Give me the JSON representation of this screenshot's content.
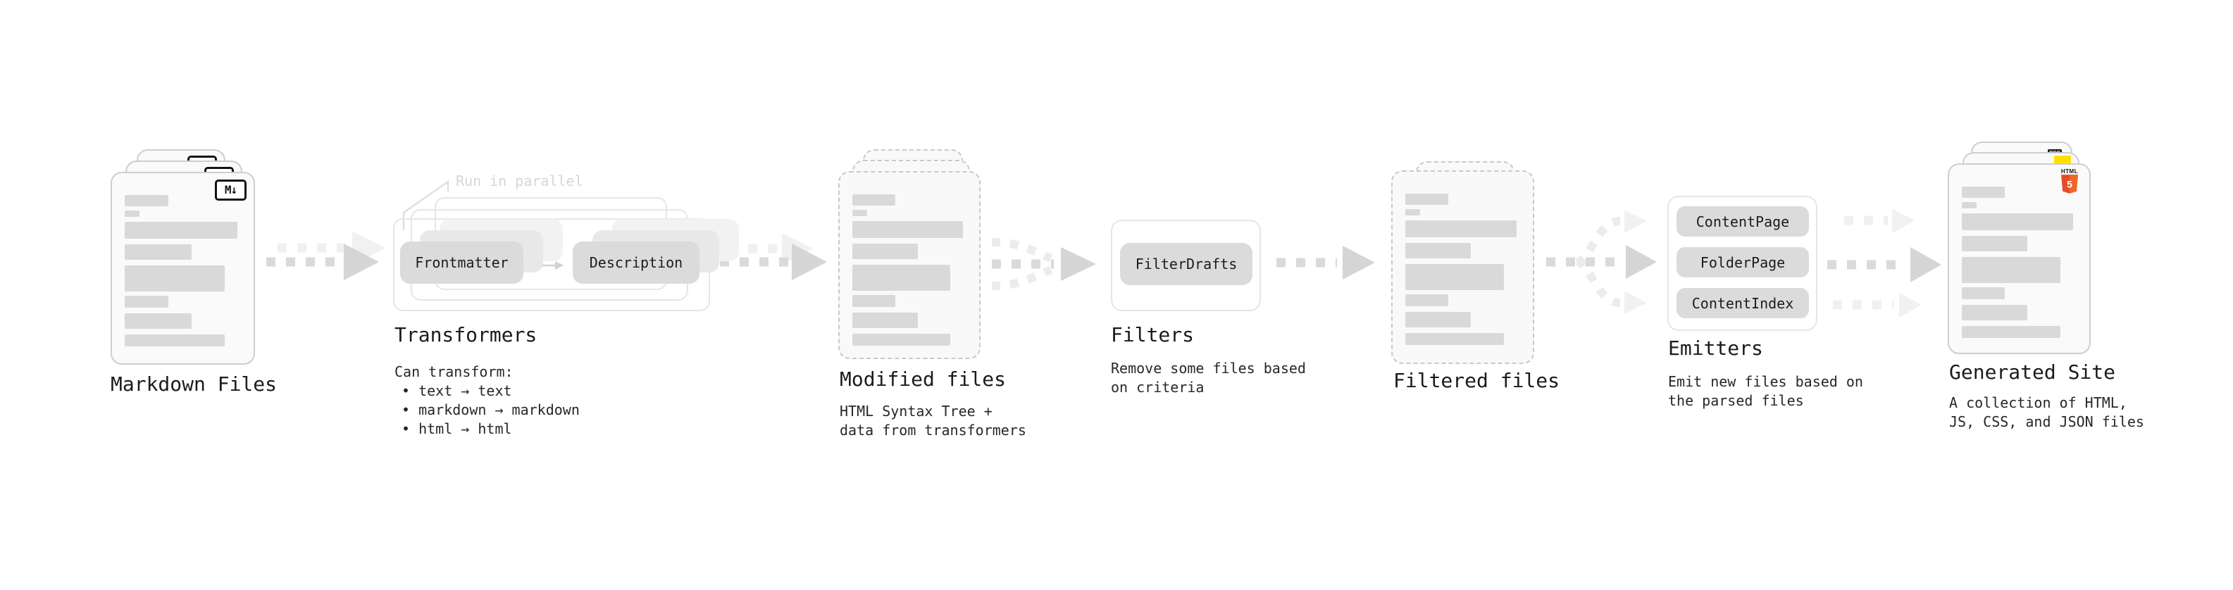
{
  "colors": {
    "background": "#ffffff",
    "placeholder_bar": "#d9d9d9",
    "card_border": "#cecece",
    "dashed_border": "#c9c9c9",
    "pill_bg": "#dbdbdb",
    "arrow_dark": "#dadada",
    "arrow_light": "#f0f0f0",
    "muted_note": "#d6d6d6",
    "text": "#1b1b1b",
    "html5_orange_dark": "#e44d26",
    "html5_orange_light": "#f16529",
    "js_yellow": "#ffdf00",
    "css_blue": "#2f6fe4"
  },
  "nodes": {
    "markdown_files": {
      "title": "Markdown Files",
      "file_badge": "M↓"
    },
    "transformers": {
      "title": "Transformers",
      "parallel_note": "Run in parallel",
      "pill_left": "Frontmatter",
      "pill_right": "Description",
      "desc_heading": "Can transform:",
      "bullets": [
        "• text → text",
        "• markdown → markdown",
        "• html → html"
      ]
    },
    "modified_files": {
      "title": "Modified files",
      "subtitle": [
        "HTML Syntax Tree +",
        "data from transformers"
      ]
    },
    "filters": {
      "title": "Filters",
      "pill": "FilterDrafts",
      "subtitle": [
        "Remove some files based",
        "on criteria"
      ]
    },
    "filtered_files": {
      "title": "Filtered files"
    },
    "emitters": {
      "title": "Emitters",
      "pills": [
        "ContentPage",
        "FolderPage",
        "ContentIndex"
      ],
      "subtitle": [
        "Emit new files based on",
        "the parsed files"
      ]
    },
    "generated_site": {
      "title": "Generated Site",
      "subtitle": [
        "A collection of HTML,",
        "JS, CSS, and JSON files"
      ],
      "badge_html_label": "HTML",
      "badge_html_number": "5",
      "badge_css_label": "CSS"
    }
  }
}
